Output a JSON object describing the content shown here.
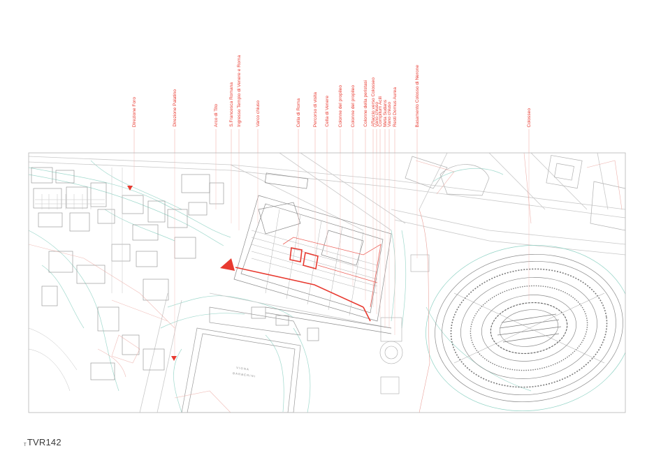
{
  "sheet": {
    "code_prefix": "T",
    "code": "TVR142"
  },
  "colors": {
    "accent": "#e83a30",
    "plan_line": "#bcbcbc",
    "plan_dark": "#8a8a8a",
    "terrain": "#8fd2c4",
    "frame": "#b5b5b5"
  },
  "labels": [
    "Direzione Foro",
    "Direzione Palatino",
    "Arco di Tito",
    "S.Francesca Romana",
    "Ingresso Tempio di Venere e Roma",
    "Varco chiuso",
    "Cella di Roma",
    "Percorso di visita",
    "Cella di Venere",
    "Colonne del propileo",
    "Colonne del propileo",
    "Colonne della peristasi",
    "Affaccio verso Colosseo",
    "Vano chiuso",
    "Compitum Acili",
    "Meta Sudans",
    "Vano chiuso",
    "Resti Domus Aurea",
    "Basamento Colosso di Nerone",
    "Colosseo"
  ],
  "map_text": {
    "vigna": "VIGNA",
    "barberini": "BARBERINI"
  }
}
